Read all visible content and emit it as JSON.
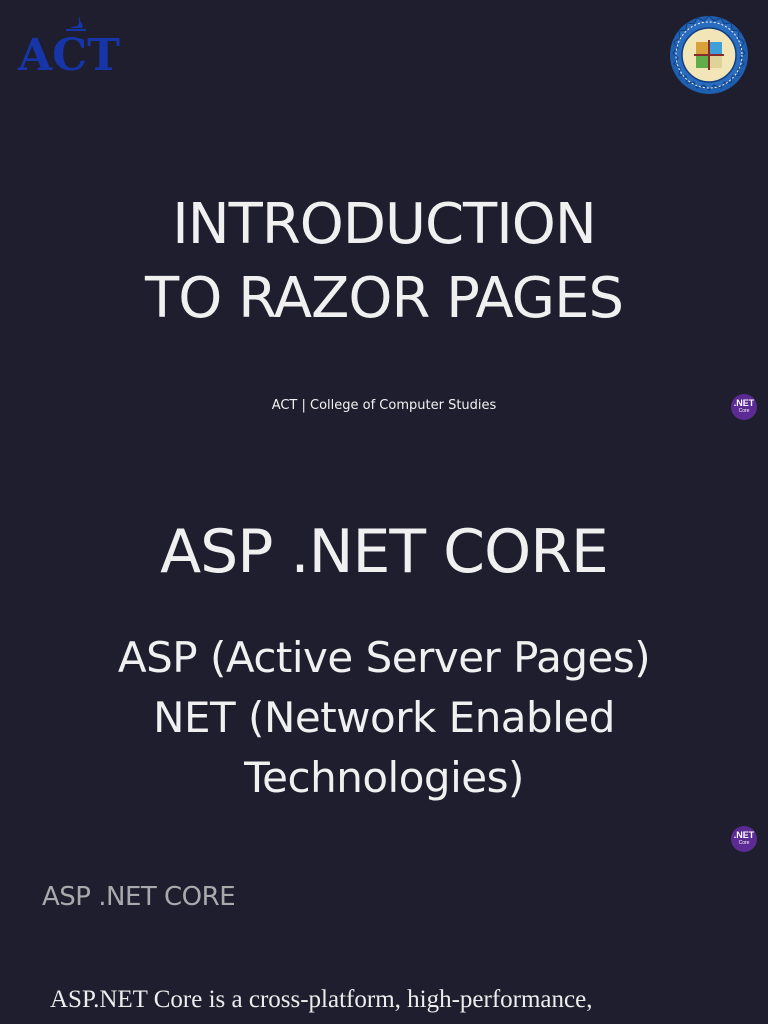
{
  "header": {
    "logo_text": "ACT",
    "seal_icon": "college-seal-icon"
  },
  "slide1": {
    "title_line1": "INTRODUCTION",
    "title_line2": "TO RAZOR PAGES",
    "footer": "ACT | College of Computer Studies",
    "badge": {
      "main": ".NET",
      "sub": "Core"
    }
  },
  "slide2": {
    "heading": "ASP .NET CORE",
    "sub_line1": "ASP (Active Server Pages)",
    "sub_line2": "NET (Network Enabled",
    "sub_line3": "Technologies)",
    "badge": {
      "main": ".NET",
      "sub": "Core"
    }
  },
  "slide3": {
    "section_label": "ASP .NET CORE",
    "body": "ASP.NET Core is a cross-platform, high-performance,"
  },
  "colors": {
    "background": "#1f1e2e",
    "logo_blue": "#1535a8",
    "badge_purple": "#5b2a93"
  }
}
